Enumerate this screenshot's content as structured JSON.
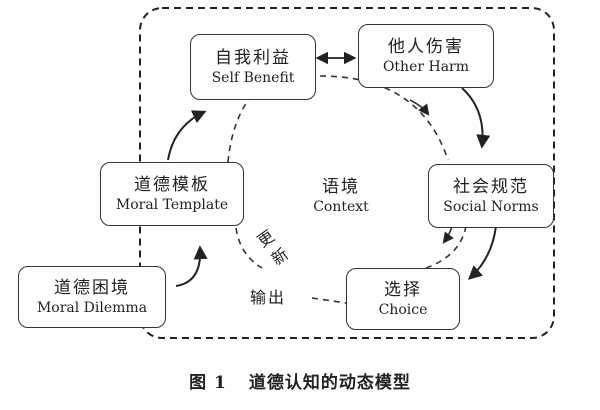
{
  "nodes": {
    "self_benefit": {
      "zh": "自我利益",
      "en": "Self Benefit"
    },
    "other_harm": {
      "zh": "他人伤害",
      "en": "Other Harm"
    },
    "social_norms": {
      "zh": "社会规范",
      "en": "Social Norms"
    },
    "choice": {
      "zh": "选择",
      "en": "Choice"
    },
    "moral_template": {
      "zh": "道德模板",
      "en": "Moral Template"
    },
    "moral_dilemma": {
      "zh": "道德困境",
      "en": "Moral Dilemma"
    }
  },
  "context": {
    "zh": "语境",
    "en": "Context"
  },
  "labels": {
    "update_1": "更",
    "update_2": "新",
    "output": "输出"
  },
  "caption": {
    "number": "图 1",
    "title": "道德认知的动态模型"
  }
}
